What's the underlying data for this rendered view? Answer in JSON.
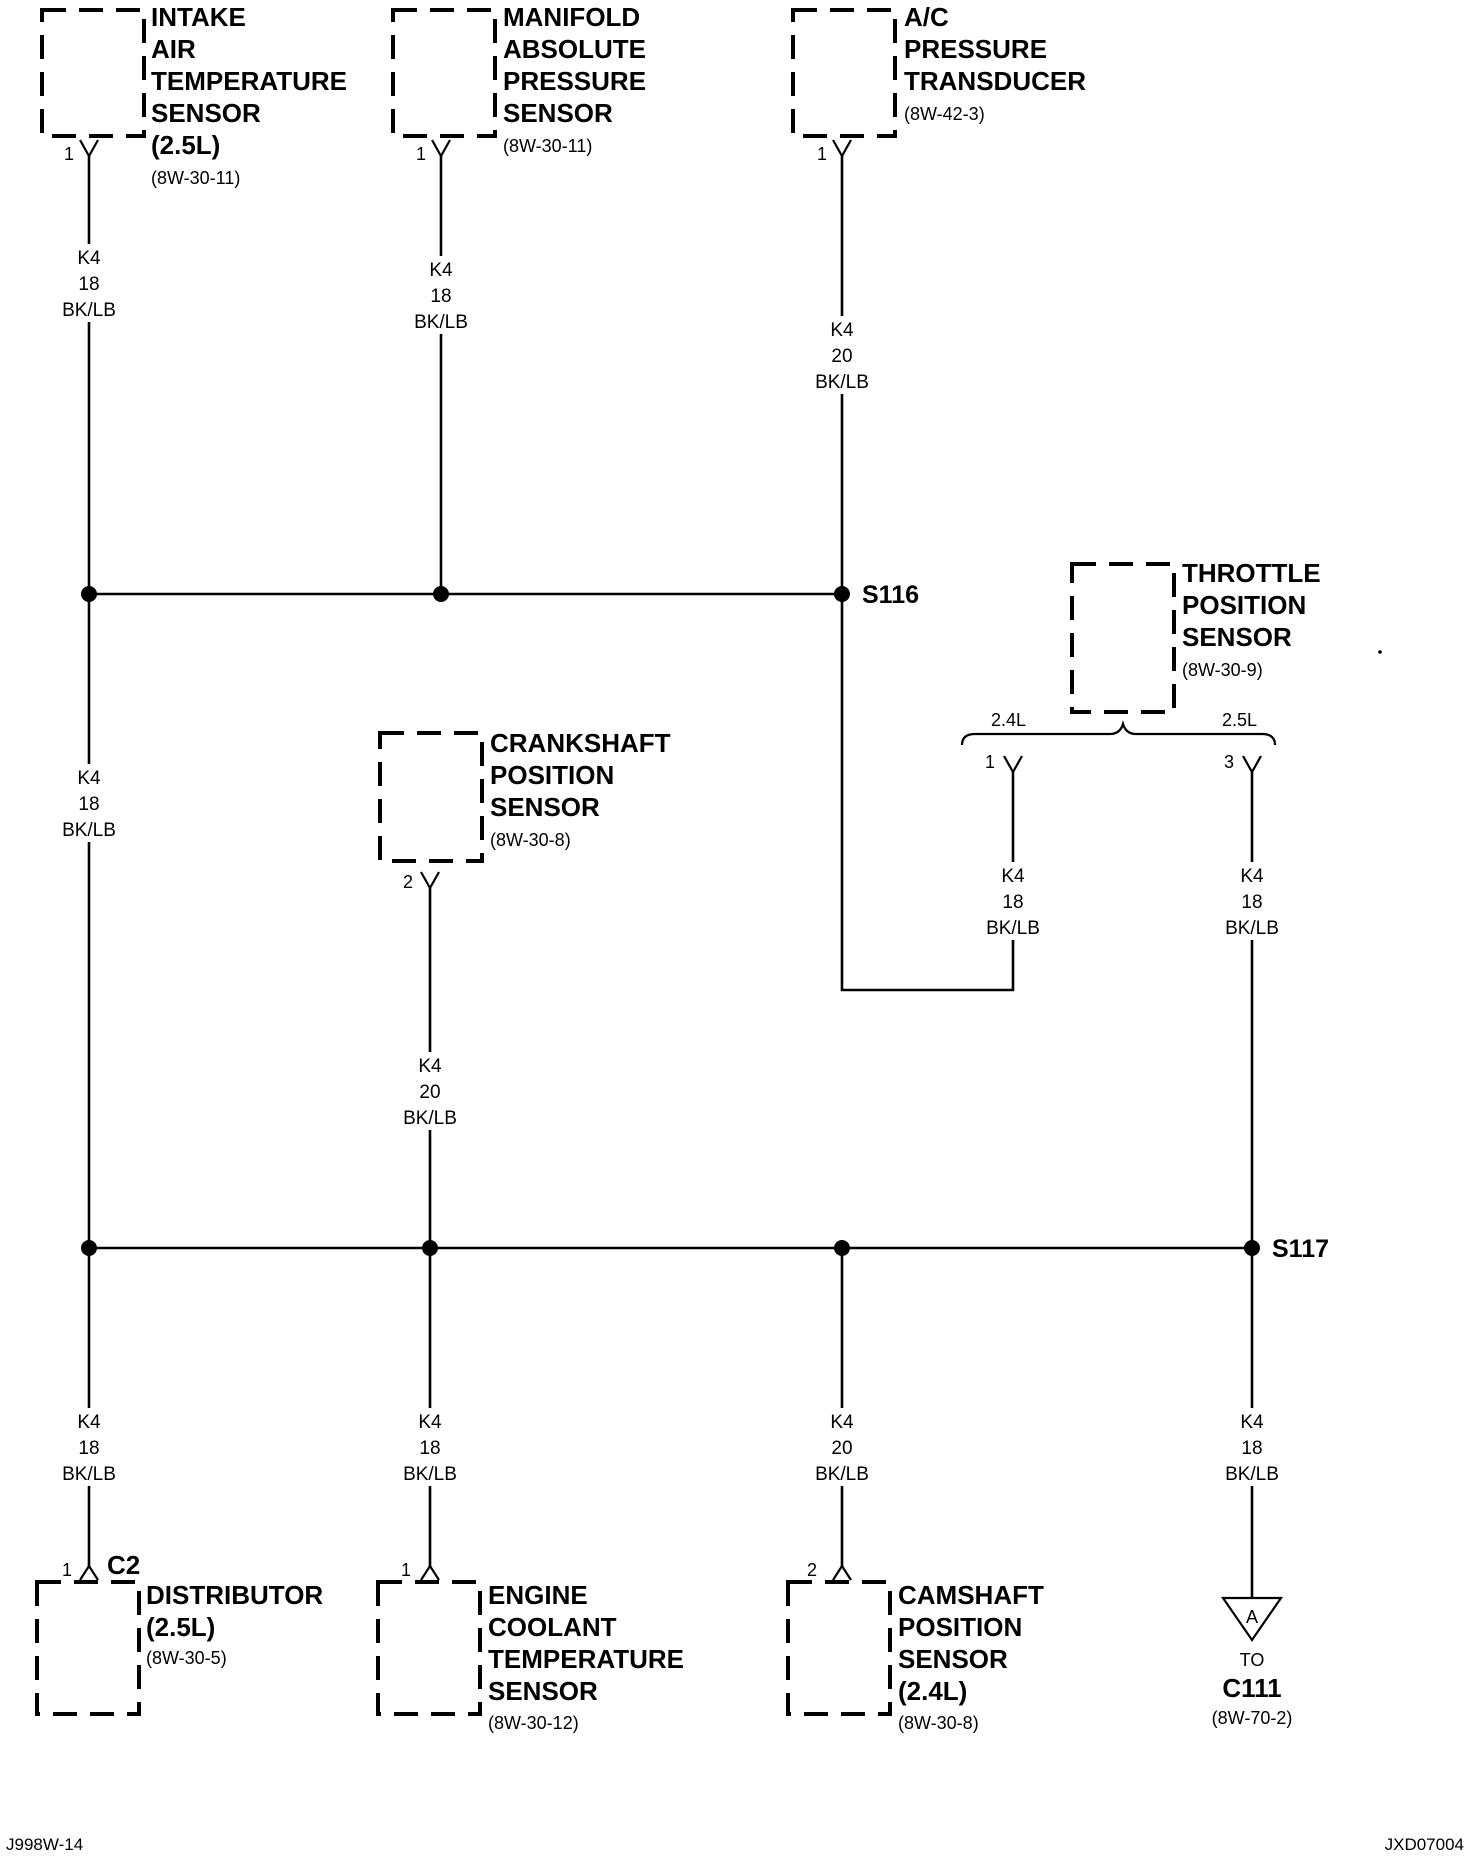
{
  "components": {
    "iat": {
      "lines": [
        "INTAKE",
        "AIR",
        "TEMPERATURE",
        "SENSOR",
        "(2.5L)"
      ],
      "ref": "(8W-30-11)",
      "pin": "1"
    },
    "map": {
      "lines": [
        "MANIFOLD",
        "ABSOLUTE",
        "PRESSURE",
        "SENSOR"
      ],
      "ref": "(8W-30-11)",
      "pin": "1"
    },
    "ac": {
      "lines": [
        "A/C",
        "PRESSURE",
        "TRANSDUCER"
      ],
      "ref": "(8W-42-3)",
      "pin": "1"
    },
    "tps": {
      "lines": [
        "THROTTLE",
        "POSITION",
        "SENSOR"
      ],
      "ref": "(8W-30-9)",
      "variant_a": "2.4L",
      "variant_b": "2.5L",
      "pin_a": "1",
      "pin_b": "3"
    },
    "ckp": {
      "lines": [
        "CRANKSHAFT",
        "POSITION",
        "SENSOR"
      ],
      "ref": "(8W-30-8)",
      "pin": "2"
    },
    "dist": {
      "lines": [
        "DISTRIBUTOR",
        "(2.5L)"
      ],
      "ref": "(8W-30-5)",
      "pin": "1",
      "connector": "C2"
    },
    "ect": {
      "lines": [
        "ENGINE",
        "COOLANT",
        "TEMPERATURE",
        "SENSOR"
      ],
      "ref": "(8W-30-12)",
      "pin": "1"
    },
    "cmp": {
      "lines": [
        "CAMSHAFT",
        "POSITION",
        "SENSOR",
        "(2.4L)"
      ],
      "ref": "(8W-30-8)",
      "pin": "2"
    },
    "c111": {
      "letter": "A",
      "to": "TO",
      "name": "C111",
      "ref": "(8W-70-2)"
    }
  },
  "splices": {
    "s116": "S116",
    "s117": "S117"
  },
  "wires": {
    "iat": [
      "K4",
      "18",
      "BK/LB"
    ],
    "map": [
      "K4",
      "18",
      "BK/LB"
    ],
    "ac": [
      "K4",
      "20",
      "BK/LB"
    ],
    "left_mid": [
      "K4",
      "18",
      "BK/LB"
    ],
    "tps_a": [
      "K4",
      "18",
      "BK/LB"
    ],
    "tps_b": [
      "K4",
      "18",
      "BK/LB"
    ],
    "ckp": [
      "K4",
      "20",
      "BK/LB"
    ],
    "dist": [
      "K4",
      "18",
      "BK/LB"
    ],
    "ect": [
      "K4",
      "18",
      "BK/LB"
    ],
    "cmp": [
      "K4",
      "20",
      "BK/LB"
    ],
    "c111": [
      "K4",
      "18",
      "BK/LB"
    ]
  },
  "footer": {
    "left": "J998W-14",
    "right": "JXD07004"
  }
}
